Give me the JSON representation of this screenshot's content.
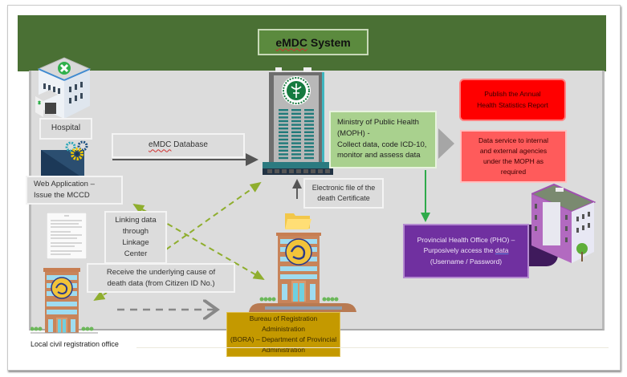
{
  "title": {
    "prefix": "eMDC",
    "suffix": " System"
  },
  "nodes": {
    "hospital": {
      "label": "Hospital",
      "icon": "hospital-building-icon"
    },
    "web_app": {
      "label_line1": "Web Application –",
      "label_line2": "Issue the MCCD",
      "icon": "laptop-gears-icon"
    },
    "emdc_database": {
      "prefix": "eMDC",
      "suffix": " Database"
    },
    "moph": {
      "lines": [
        "Ministry of Public Health",
        "(MOPH) -",
        "Collect data, code ICD-10,",
        "monitor and assess data"
      ],
      "icon": "moph-tower-building-icon",
      "color": "#a9d18e"
    },
    "publish_report": {
      "lines": [
        "Publish the Annual",
        "Health Statistics Report"
      ],
      "color": "#ff0000"
    },
    "data_service": {
      "lines": [
        "Data service to internal",
        "and external agencies",
        "under the MOPH as",
        "required"
      ],
      "color": "#ff5b5b"
    },
    "electronic_file": {
      "lines": [
        "Electronic file of the",
        "death Certificate"
      ]
    },
    "pho": {
      "line1": "Provincial Health Office (PHO) –",
      "line2_prefix": "Purposively access the ",
      "line2_link": "data",
      "line3": "(Username / Password)",
      "icon": "purple-office-building-icon",
      "color": "#7030a0"
    },
    "linkage": {
      "lines": [
        "Linking data",
        "through",
        "Linkage",
        "Center"
      ]
    },
    "underlying_cause": {
      "lines": [
        "Receive the underlying cause of",
        "death data (from Citizen ID No.)"
      ]
    },
    "bora": {
      "lines": [
        "Bureau of Registration Administration",
        "(BORA) – Department of Provincial",
        "Administration"
      ],
      "icon": "bora-building-icon",
      "color": "#c49900"
    },
    "local_office": {
      "label": "Local civil registration office",
      "icon": "local-office-building-icon"
    }
  },
  "colors": {
    "header": "#4a7034",
    "panel": "#dcdcdc",
    "dashed_arrow": "#8fae2e",
    "green_arrow": "#2eaa4a"
  }
}
